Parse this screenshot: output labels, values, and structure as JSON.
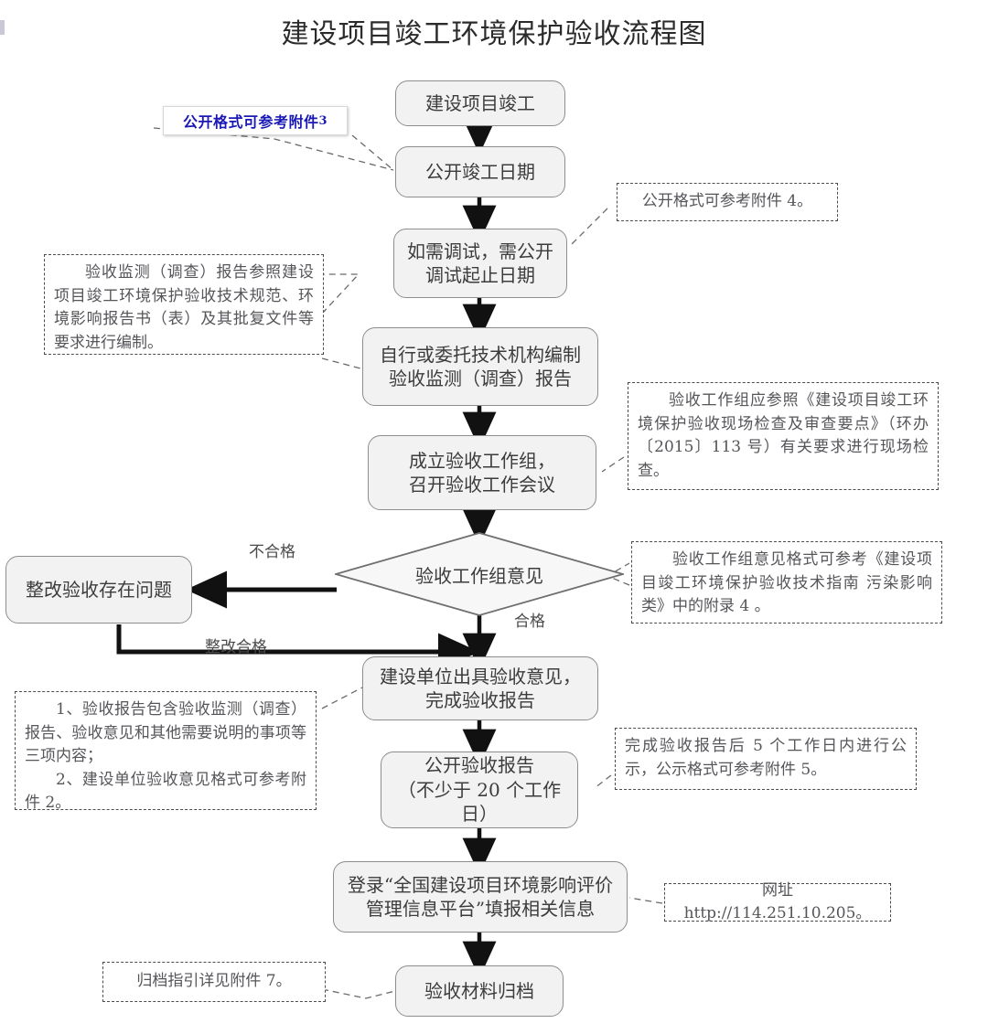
{
  "title": "建设项目竣工环境保护验收流程图",
  "nodes": [
    {
      "id": "n1",
      "lines": [
        "建设项目竣工"
      ]
    },
    {
      "id": "n2",
      "lines": [
        "公开竣工日期"
      ]
    },
    {
      "id": "n3",
      "lines": [
        "如需调试，需公开",
        "调试起止日期"
      ]
    },
    {
      "id": "n4",
      "lines": [
        "自行或委托技术机构编制",
        "验收监测（调查）报告"
      ]
    },
    {
      "id": "n5",
      "lines": [
        "成立验收工作组，",
        "召开验收工作会议"
      ]
    },
    {
      "id": "n6",
      "lines": [
        "整改验收存在问题"
      ]
    },
    {
      "id": "n7",
      "lines": [
        "建设单位出具验收意见，",
        "完成验收报告"
      ]
    },
    {
      "id": "n8",
      "lines": [
        "公开验收报告",
        "（不少于 20 个工作日）"
      ]
    },
    {
      "id": "n9",
      "lines": [
        "登录“全国建设项目环境影响评价",
        "管理信息平台”填报相关信息"
      ]
    },
    {
      "id": "n10",
      "lines": [
        "验收材料归档"
      ]
    }
  ],
  "decision": {
    "label": "验收工作组意见"
  },
  "edge_labels": {
    "fail": "不合格",
    "pass": "合格",
    "rectified": "整改合格"
  },
  "notes": {
    "blue_attach3": {
      "text": "公开格式可参考附件",
      "sub": "3"
    },
    "attach4": {
      "lines": [
        "公开格式可参考附件 4。"
      ]
    },
    "report_spec": {
      "lines": [
        "验收监测（调查）报告参照建设项目竣工环境保护验收技术规范、环境影响报告书（表）及其批复文件等要求进行编制。"
      ]
    },
    "workgroup_check": {
      "lines": [
        "验收工作组应参照《建设项目竣工环境保护验收现场检查及审查要点》（环办〔2015〕113 号）有关要求进行现场检查。"
      ]
    },
    "opinion_format": {
      "lines": [
        "验收工作组意见格式可参考《建设项目竣工环境保护验收技术指南 污染影响类》中的附录 4 。"
      ]
    },
    "report_content": {
      "item1": "1、验收报告包含验收监测（调查）报告、验收意见和其他需要说明的事项等三项内容；",
      "item2": "2、建设单位验收意见格式可参考附件 2。"
    },
    "publicity": {
      "lines": [
        "完成验收报告后 5 个工作日内进行公示，公示格式可参考附件 5。"
      ]
    },
    "website": {
      "lines": [
        "网址 http://114.251.10.205。"
      ]
    },
    "archive": {
      "lines": [
        "归档指引详见附件 7。"
      ]
    }
  },
  "colors": {
    "node_fill": "#f2f2f2",
    "node_border": "#8d8d8d",
    "note_border": "#4c4c4c",
    "blue_text": "#1b19b5",
    "arrow": "#111111"
  }
}
